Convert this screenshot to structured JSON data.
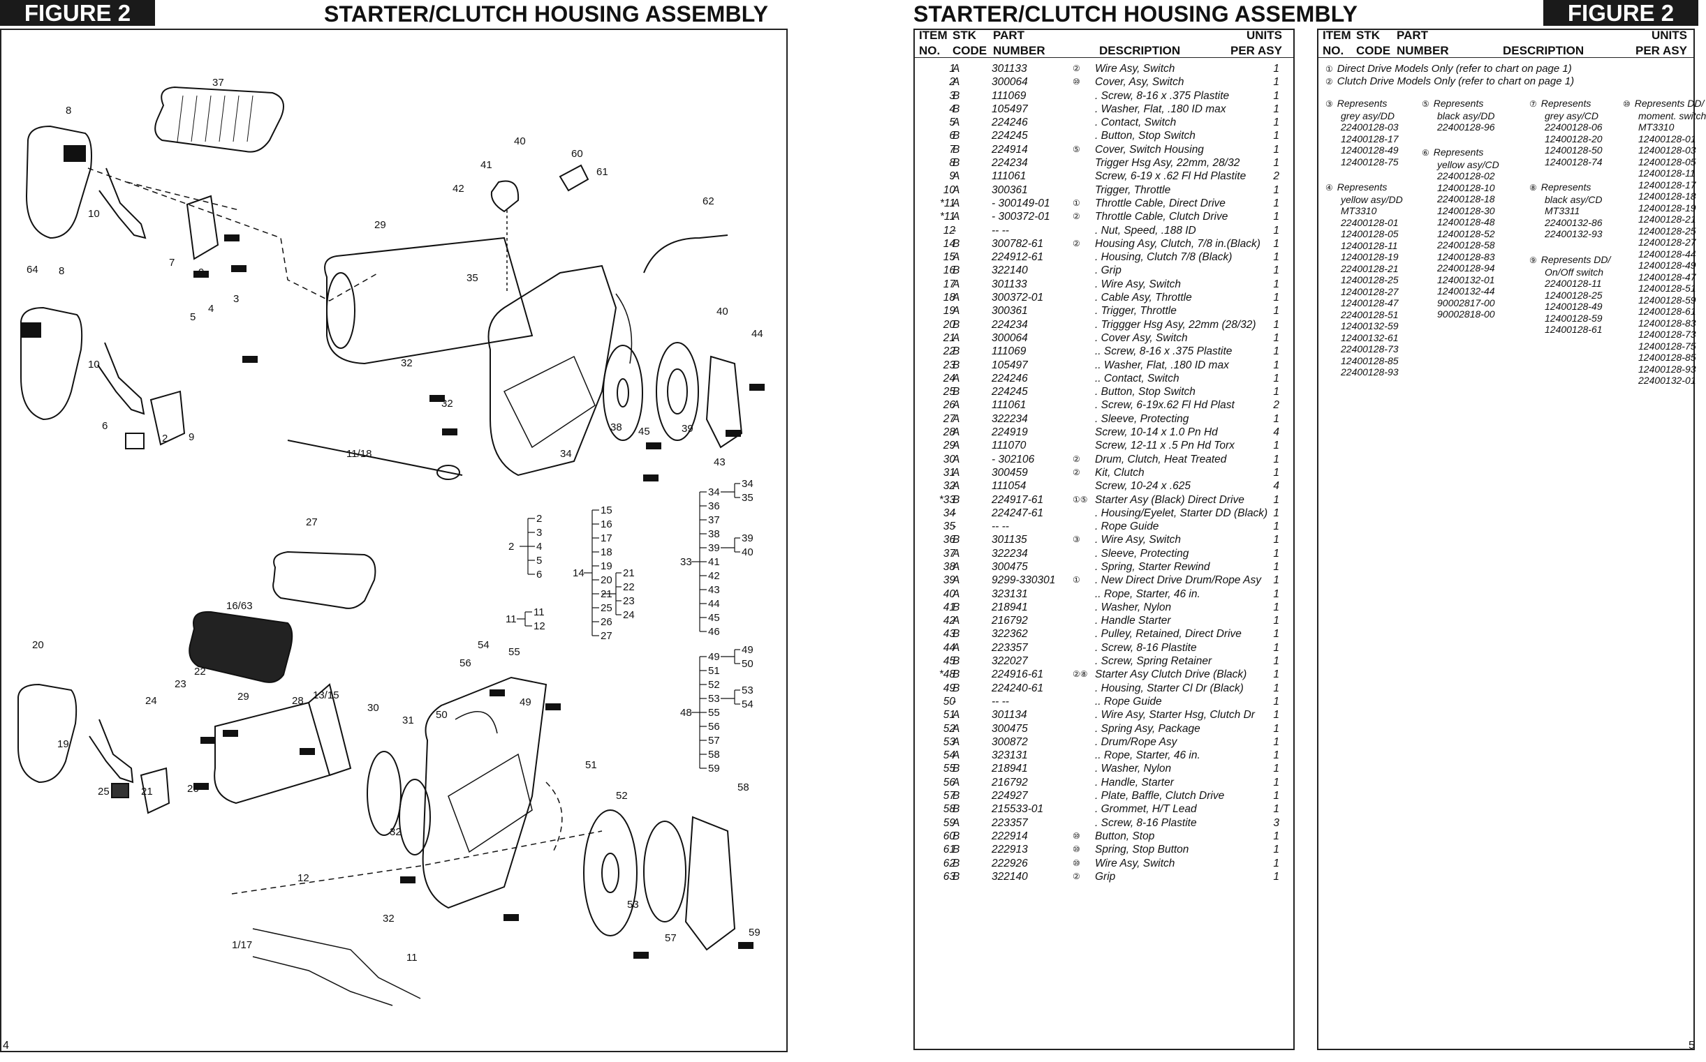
{
  "left_page": {
    "figure_label": "FIGURE 2",
    "title": "STARTER/CLUTCH HOUSING ASSEMBLY",
    "page_number": "4"
  },
  "right_page": {
    "figure_label": "FIGURE 2",
    "title": "STARTER/CLUTCH HOUSING ASSEMBLY",
    "page_number": "5"
  },
  "diagram": {
    "callouts": [
      "37",
      "8",
      "10",
      "7",
      "9",
      "64",
      "8",
      "3",
      "4",
      "5",
      "10",
      "6",
      "2",
      "9",
      "29",
      "40",
      "41",
      "42",
      "60",
      "61",
      "62",
      "35",
      "40",
      "44",
      "32",
      "32",
      "11/18",
      "34",
      "38",
      "45",
      "39",
      "43",
      "27",
      "16/63",
      "20",
      "23",
      "22",
      "29",
      "24",
      "19",
      "25",
      "21",
      "26",
      "28",
      "13/15",
      "30",
      "31",
      "50",
      "56",
      "54",
      "55",
      "49",
      "51",
      "52",
      "58",
      "32",
      "12",
      "32",
      "53",
      "57",
      "59",
      "1/17",
      "11"
    ],
    "groups": {
      "g2": {
        "root": "2",
        "items": [
          "2",
          "3",
          "4",
          "5",
          "6"
        ]
      },
      "g11": {
        "root": "11",
        "items": [
          "11",
          "12"
        ]
      },
      "g14": {
        "root": "14",
        "items": [
          "15",
          "16",
          "17",
          "18",
          "19",
          "20",
          "21",
          "25",
          "26",
          "27"
        ],
        "sub": [
          "21",
          "22",
          "23",
          "24"
        ]
      },
      "g33": {
        "root": "33",
        "items": [
          "34",
          "36",
          "37",
          "38",
          "39",
          "41",
          "42",
          "43",
          "44",
          "45",
          "46"
        ],
        "sub1": [
          "34",
          "35"
        ],
        "sub2": [
          "39",
          "40"
        ]
      },
      "g48": {
        "root": "48",
        "items": [
          "49",
          "51",
          "52",
          "53",
          "55",
          "56",
          "57",
          "58",
          "59"
        ],
        "sub1": [
          "49",
          "50"
        ],
        "sub2": [
          "53",
          "54"
        ]
      }
    }
  },
  "parts_table": {
    "headers": {
      "item_1": "ITEM",
      "item_2": "NO.",
      "stk_1": "STK",
      "stk_2": "CODE",
      "part_1": "PART",
      "part_2": "NUMBER",
      "desc": "DESCRIPTION",
      "units_1": "UNITS",
      "units_2": "PER ASY"
    },
    "rows": [
      [
        "1",
        "A",
        "301133",
        "②",
        "Wire Asy, Switch",
        "1"
      ],
      [
        "2",
        "A",
        "300064",
        "⑩",
        "Cover, Asy, Switch",
        "1"
      ],
      [
        "3",
        "B",
        "111069",
        "",
        ". Screw, 8-16 x .375 Plastite",
        "1"
      ],
      [
        "4",
        "B",
        "105497",
        "",
        ". Washer, Flat, .180 ID max",
        "1"
      ],
      [
        "5",
        "A",
        "224246",
        "",
        ". Contact, Switch",
        "1"
      ],
      [
        "6",
        "B",
        "224245",
        "",
        ". Button, Stop Switch",
        "1"
      ],
      [
        "7",
        "B",
        "224914",
        "⑤",
        "Cover, Switch Housing",
        "1"
      ],
      [
        "8",
        "B",
        "224234",
        "",
        "Trigger Hsg Asy, 22mm, 28/32",
        "1"
      ],
      [
        "9",
        "A",
        "111061",
        "",
        "Screw, 6-19 x .62 Fl Hd Plastite",
        "2"
      ],
      [
        "10",
        "A",
        "300361",
        "",
        "Trigger, Throttle",
        "1"
      ],
      [
        "*11",
        "A",
        "- 300149-01",
        "①",
        "Throttle Cable, Direct Drive",
        "1"
      ],
      [
        "*11",
        "A",
        "- 300372-01",
        "②",
        "Throttle Cable, Clutch Drive",
        "1"
      ],
      [
        "12",
        "-",
        "-- --",
        "",
        ". Nut, Speed, .188 ID",
        "1"
      ],
      [
        "14",
        "B",
        "300782-61",
        "②",
        "Housing Asy, Clutch, 7/8 in.(Black)",
        "1"
      ],
      [
        "15",
        "A",
        "224912-61",
        "",
        ". Housing, Clutch 7/8 (Black)",
        "1"
      ],
      [
        "16",
        "B",
        "322140",
        "",
        ". Grip",
        "1"
      ],
      [
        "17",
        "A",
        "301133",
        "",
        ". Wire Asy, Switch",
        "1"
      ],
      [
        "18",
        "A",
        "300372-01",
        "",
        ". Cable Asy, Throttle",
        "1"
      ],
      [
        "19",
        "A",
        "300361",
        "",
        ". Trigger, Throttle",
        "1"
      ],
      [
        "20",
        "B",
        "224234",
        "",
        ". Triggger Hsg Asy, 22mm (28/32)",
        "1"
      ],
      [
        "21",
        "A",
        "300064",
        "",
        ". Cover Asy, Switch",
        "1"
      ],
      [
        "22",
        "B",
        "111069",
        "",
        ".. Screw, 8-16 x .375 Plastite",
        "1"
      ],
      [
        "23",
        "B",
        "105497",
        "",
        ".. Washer, Flat, .180 ID max",
        "1"
      ],
      [
        "24",
        "A",
        "224246",
        "",
        ".. Contact, Switch",
        "1"
      ],
      [
        "25",
        "B",
        "224245",
        "",
        ". Button, Stop Switch",
        "1"
      ],
      [
        "26",
        "A",
        "111061",
        "",
        ". Screw, 6-19x.62 Fl Hd Plast",
        "2"
      ],
      [
        "27",
        "A",
        "322234",
        "",
        ". Sleeve, Protecting",
        "1"
      ],
      [
        "28",
        "A",
        "224919",
        "",
        "Screw, 10-14 x 1.0 Pn Hd",
        "4"
      ],
      [
        "29",
        "A",
        "111070",
        "",
        "Screw, 12-11 x .5 Pn Hd Torx",
        "1"
      ],
      [
        "30",
        "A",
        "- 302106",
        "②",
        "Drum, Clutch, Heat Treated",
        "1"
      ],
      [
        "31",
        "A",
        "300459",
        "②",
        "Kit, Clutch",
        "1"
      ],
      [
        "32",
        "A",
        "111054",
        "",
        "Screw, 10-24 x .625",
        "4"
      ],
      [
        "*33",
        "B",
        "224917-61",
        "①⑤",
        "Starter Asy (Black) Direct Drive",
        "1"
      ],
      [
        "34",
        "-",
        "224247-61",
        "",
        ". Housing/Eyelet, Starter DD (Black)",
        "1"
      ],
      [
        "35",
        "-",
        "-- --",
        "",
        ". Rope Guide",
        "1"
      ],
      [
        "36",
        "B",
        "301135",
        "③",
        ". Wire Asy, Switch",
        "1"
      ],
      [
        "37",
        "A",
        "322234",
        "",
        ". Sleeve, Protecting",
        "1"
      ],
      [
        "38",
        "A",
        "300475",
        "",
        ". Spring, Starter Rewind",
        "1"
      ],
      [
        "39",
        "A",
        "9299-330301",
        "①",
        ". New Direct Drive Drum/Rope Asy",
        "1"
      ],
      [
        "40",
        "A",
        "323131",
        "",
        ".. Rope, Starter, 46 in.",
        "1"
      ],
      [
        "41",
        "B",
        "218941",
        "",
        ". Washer, Nylon",
        "1"
      ],
      [
        "42",
        "A",
        "216792",
        "",
        ". Handle Starter",
        "1"
      ],
      [
        "43",
        "B",
        "322362",
        "",
        ". Pulley, Retained, Direct Drive",
        "1"
      ],
      [
        "44",
        "A",
        "223357",
        "",
        ". Screw, 8-16 Plastite",
        "1"
      ],
      [
        "45",
        "B",
        "322027",
        "",
        ". Screw, Spring Retainer",
        "1"
      ],
      [
        "*48",
        "B",
        "224916-61",
        "②⑧",
        "Starter Asy Clutch Drive (Black)",
        "1"
      ],
      [
        "49",
        "B",
        "224240-61",
        "",
        ". Housing, Starter Cl Dr (Black)",
        "1"
      ],
      [
        "50",
        "-",
        "-- --",
        "",
        ".. Rope Guide",
        "1"
      ],
      [
        "51",
        "A",
        "301134",
        "",
        ". Wire Asy, Starter Hsg, Clutch Dr",
        "1"
      ],
      [
        "52",
        "A",
        "300475",
        "",
        ". Spring Asy, Package",
        "1"
      ],
      [
        "53",
        "A",
        "300872",
        "",
        ". Drum/Rope Asy",
        "1"
      ],
      [
        "54",
        "A",
        "323131",
        "",
        ".. Rope, Starter, 46 in.",
        "1"
      ],
      [
        "55",
        "B",
        "218941",
        "",
        ". Washer, Nylon",
        "1"
      ],
      [
        "56",
        "A",
        "216792",
        "",
        ". Handle, Starter",
        "1"
      ],
      [
        "57",
        "B",
        "224927",
        "",
        ". Plate, Baffle, Clutch Drive",
        "1"
      ],
      [
        "58",
        "B",
        "215533-01",
        "",
        ". Grommet, H/T Lead",
        "1"
      ],
      [
        "59",
        "A",
        "223357",
        "",
        ". Screw, 8-16 Plastite",
        "3"
      ],
      [
        "60",
        "B",
        "222914",
        "⑩",
        "Button, Stop",
        "1"
      ],
      [
        "61",
        "B",
        "222913",
        "⑩",
        "Spring, Stop Button",
        "1"
      ],
      [
        "62",
        "B",
        "222926",
        "⑩",
        "Wire Asy, Switch",
        "1"
      ],
      [
        "63",
        "B",
        "322140",
        "②",
        "Grip",
        "1"
      ]
    ]
  },
  "notes_table": {
    "headers": {
      "item_1": "ITEM",
      "item_2": "NO.",
      "stk_1": "STK",
      "stk_2": "CODE",
      "part_1": "PART",
      "part_2": "NUMBER",
      "desc": "DESCRIPTION",
      "units_1": "UNITS",
      "units_2": "PER ASY"
    },
    "note1_mark": "①",
    "note1": "Direct Drive Models Only (refer to chart on page 1)",
    "note2_mark": "②",
    "note2": "Clutch Drive Models Only (refer to chart on page 1)",
    "refs": [
      {
        "mark": "③",
        "lines": [
          "Represents",
          "grey asy/DD",
          "22400128-03",
          "12400128-17",
          "12400128-49",
          "12400128-75"
        ]
      },
      {
        "mark": "④",
        "lines": [
          "Represents",
          "yellow asy/DD",
          "MT3310",
          "22400128-01",
          "12400128-05",
          "12400128-11",
          "12400128-19",
          "22400128-21",
          "12400128-25",
          "12400128-27",
          "12400128-47",
          "22400128-51",
          "12400132-59",
          "12400132-61",
          "22400128-73",
          "12400128-85",
          "22400128-93"
        ]
      },
      {
        "mark": "⑤",
        "lines": [
          "Represents",
          "black asy/DD",
          "22400128-96"
        ]
      },
      {
        "mark": "⑥",
        "lines": [
          "Represents",
          "yellow asy/CD",
          "22400128-02",
          "12400128-10",
          "22400128-18",
          "12400128-30",
          "12400128-48",
          "12400128-52",
          "22400128-58",
          "12400128-83",
          "22400128-94",
          "12400132-01",
          "12400132-44",
          "90002817-00",
          "90002818-00"
        ]
      },
      {
        "mark": "⑦",
        "lines": [
          "Represents",
          "grey asy/CD",
          "22400128-06",
          "12400128-20",
          "12400128-50",
          "12400128-74"
        ]
      },
      {
        "mark": "⑧",
        "lines": [
          "Represents",
          "black asy/CD",
          "MT3311",
          "22400132-86",
          "22400132-93"
        ]
      },
      {
        "mark": "⑨",
        "lines": [
          "Represents DD/",
          "On/Off switch",
          "22400128-11",
          "12400128-25",
          "12400128-49",
          "12400128-59",
          "12400128-61"
        ]
      },
      {
        "mark": "⑩",
        "lines": [
          "Represents DD/",
          "moment. switch",
          "MT3310",
          "12400128-01",
          "12400128-03",
          "12400128-05",
          "12400128-11",
          "12400128-17",
          "12400128-18",
          "12400128-19",
          "12400128-21",
          "12400128-25",
          "12400128-27",
          "12400128-44",
          "12400128-49",
          "12400128-47",
          "12400128-51",
          "12400128-59",
          "12400128-61",
          "12400128-83",
          "12400128-73",
          "12400128-75",
          "12400128-85",
          "12400128-93",
          "22400132-01"
        ]
      }
    ]
  }
}
